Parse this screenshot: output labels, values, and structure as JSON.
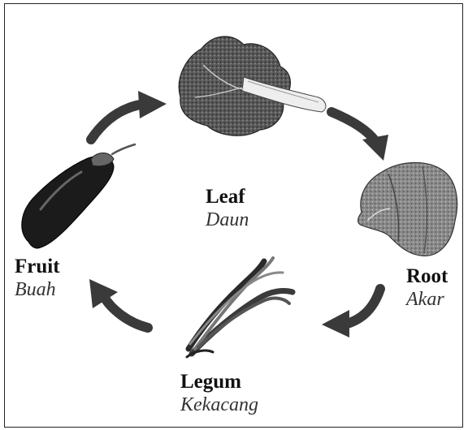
{
  "diagram": {
    "items": [
      {
        "id": "leaf",
        "english": "Leaf",
        "malay": "Daun"
      },
      {
        "id": "root",
        "english": "Root",
        "malay": "Akar"
      },
      {
        "id": "legum",
        "english": "Legum",
        "malay": "Kekacang"
      },
      {
        "id": "fruit",
        "english": "Fruit",
        "malay": "Buah"
      }
    ],
    "arrow_color": "#3a3a3a"
  }
}
